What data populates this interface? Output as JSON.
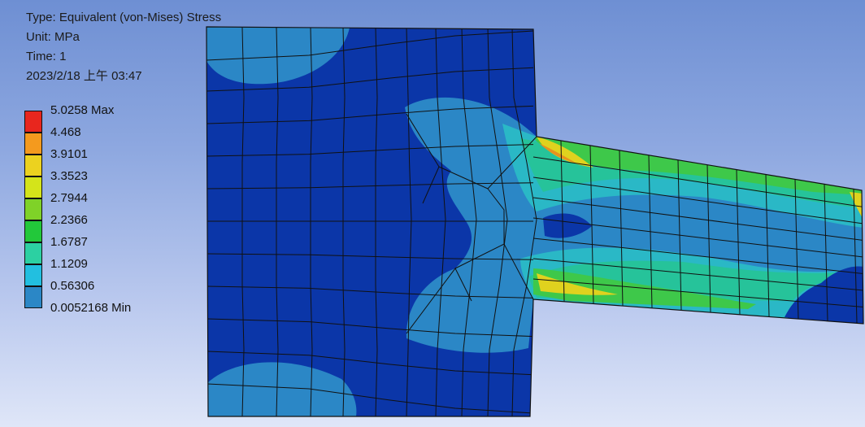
{
  "header": {
    "type_line": "Type: Equivalent (von-Mises) Stress",
    "unit_line": "Unit: MPa",
    "time_line": "Time: 1",
    "date_line": "2023/2/18 上午 03:47"
  },
  "legend": [
    {
      "label": "5.0258 Max",
      "color": "#e8261e"
    },
    {
      "label": "4.468",
      "color": "#f49a1e"
    },
    {
      "label": "3.9101",
      "color": "#ecd21f"
    },
    {
      "label": "3.3523",
      "color": "#d4e41a"
    },
    {
      "label": "2.7944",
      "color": "#7fd228"
    },
    {
      "label": "2.2366",
      "color": "#22c83a"
    },
    {
      "label": "1.6787",
      "color": "#2cd0a2"
    },
    {
      "label": "1.1209",
      "color": "#22bfe0"
    },
    {
      "label": "0.56306",
      "color": "#2b87c6"
    },
    {
      "label": "0.0052168 Min",
      "color": "#0a3aa6"
    }
  ],
  "colors": {
    "min_blue": "#0b36a8",
    "low_blue": "#2b87c6",
    "cyan": "#2ab8c6",
    "teal_green": "#26c39a",
    "green": "#3ec84a",
    "yellow": "#e0d21e",
    "orange": "#e8921e",
    "mesh_line": "#111111"
  }
}
